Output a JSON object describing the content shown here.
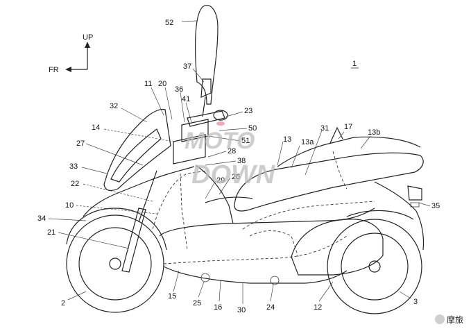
{
  "directions": {
    "up": "UP",
    "front": "FR"
  },
  "figure_number": "1",
  "watermark": {
    "line1": "MOTO",
    "line2": "DOWN"
  },
  "source_tag": "摩旅",
  "labels": [
    {
      "id": "52",
      "text": "52"
    },
    {
      "id": "37",
      "text": "37"
    },
    {
      "id": "11",
      "text": "11"
    },
    {
      "id": "20",
      "text": "20"
    },
    {
      "id": "36",
      "text": "36"
    },
    {
      "id": "41",
      "text": "41"
    },
    {
      "id": "23",
      "text": "23"
    },
    {
      "id": "32",
      "text": "32"
    },
    {
      "id": "14",
      "text": "14"
    },
    {
      "id": "50",
      "text": "50"
    },
    {
      "id": "51",
      "text": "51"
    },
    {
      "id": "31",
      "text": "31"
    },
    {
      "id": "17",
      "text": "17"
    },
    {
      "id": "13b",
      "text": "13b"
    },
    {
      "id": "13",
      "text": "13"
    },
    {
      "id": "13a",
      "text": "13a"
    },
    {
      "id": "27",
      "text": "27"
    },
    {
      "id": "28",
      "text": "28"
    },
    {
      "id": "38",
      "text": "38"
    },
    {
      "id": "33",
      "text": "33"
    },
    {
      "id": "29",
      "text": "29"
    },
    {
      "id": "26",
      "text": "26"
    },
    {
      "id": "22",
      "text": "22"
    },
    {
      "id": "10",
      "text": "10"
    },
    {
      "id": "35",
      "text": "35"
    },
    {
      "id": "34",
      "text": "34"
    },
    {
      "id": "21",
      "text": "21"
    },
    {
      "id": "2",
      "text": "2"
    },
    {
      "id": "15",
      "text": "15"
    },
    {
      "id": "25",
      "text": "25"
    },
    {
      "id": "16",
      "text": "16"
    },
    {
      "id": "30",
      "text": "30"
    },
    {
      "id": "24",
      "text": "24"
    },
    {
      "id": "12",
      "text": "12"
    },
    {
      "id": "3",
      "text": "3"
    }
  ]
}
